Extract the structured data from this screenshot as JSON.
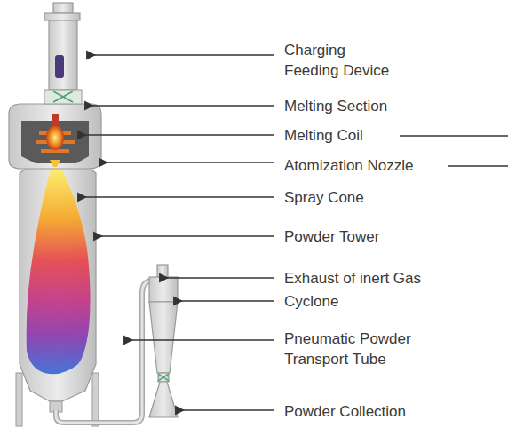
{
  "diagram": {
    "labels": [
      "Charging Feeding Device",
      "Melting Section",
      "Melting Coil",
      "Atomization Nozzle",
      "Spray Cone",
      "Powder Tower",
      "Exhaust of inert Gas",
      "Cyclone",
      "Pneumatic Powder Transport Tube",
      "Powder Collection"
    ]
  }
}
